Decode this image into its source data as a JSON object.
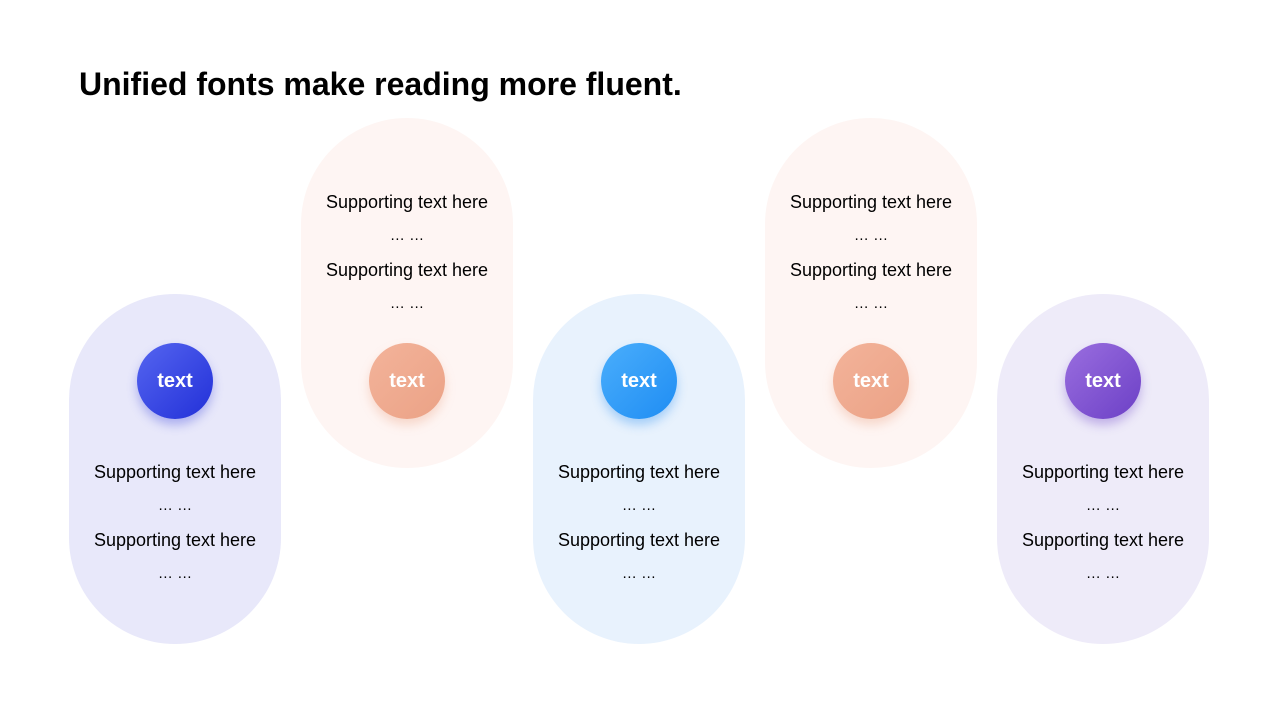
{
  "slide": {
    "title": "Unified fonts make reading more fluent."
  },
  "items": [
    {
      "badge": "text",
      "lines": [
        "Supporting text here",
        "… …",
        "Supporting text here",
        "… …"
      ],
      "pill_color": "#e8e8fa",
      "badge_color": "#2a38dc"
    },
    {
      "badge": "text",
      "lines": [
        "Supporting text here",
        "… …",
        "Supporting text here",
        "… …"
      ],
      "pill_color": "#fef5f3",
      "badge_color": "#eea88c"
    },
    {
      "badge": "text",
      "lines": [
        "Supporting text here",
        "… …",
        "Supporting text here",
        "… …"
      ],
      "pill_color": "#e8f2fd",
      "badge_color": "#2a95f5"
    },
    {
      "badge": "text",
      "lines": [
        "Supporting text here",
        "… …",
        "Supporting text here",
        "… …"
      ],
      "pill_color": "#fef5f3",
      "badge_color": "#eea88c"
    },
    {
      "badge": "text",
      "lines": [
        "Supporting text here",
        "… …",
        "Supporting text here",
        "… …"
      ],
      "pill_color": "#eeebf9",
      "badge_color": "#7448ca"
    }
  ]
}
